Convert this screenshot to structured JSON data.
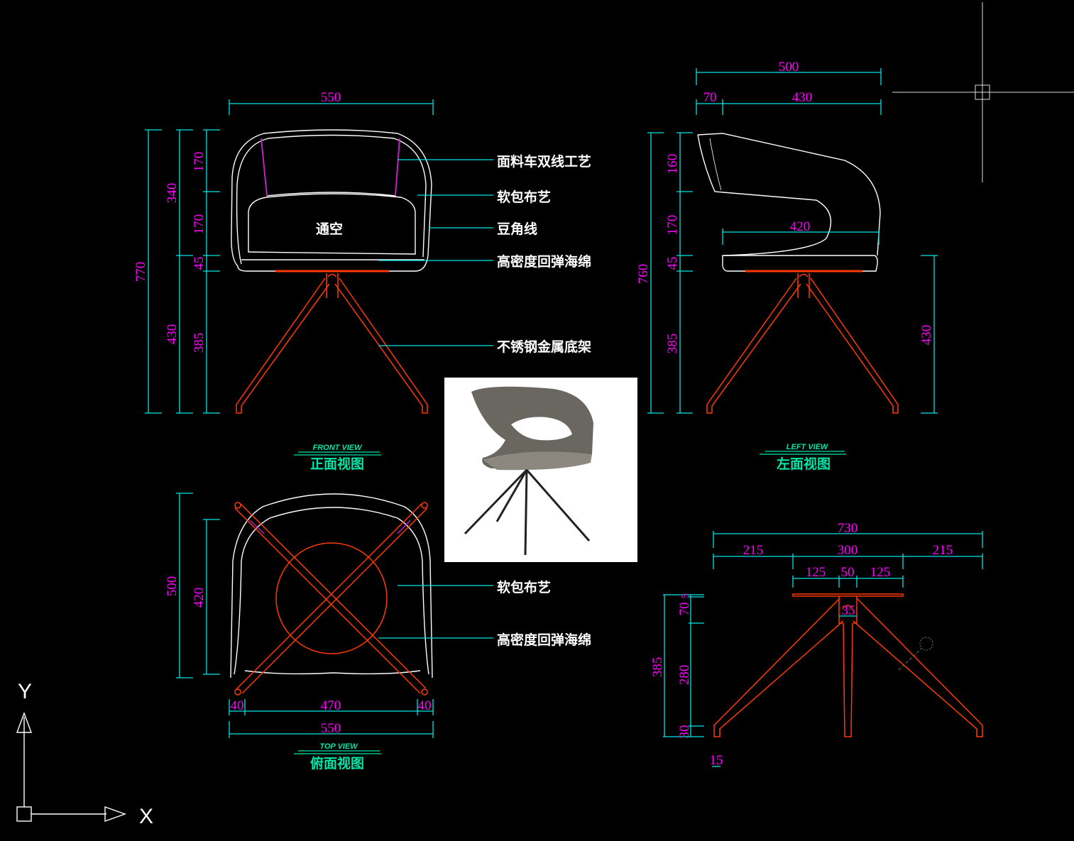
{
  "front_view": {
    "title_en": "FRONT VIEW",
    "title_cn": "正面视图",
    "center_label": "通空",
    "dims": {
      "width": "550",
      "total_height": "770",
      "upper": "340",
      "lower": "430",
      "back_top": "170",
      "back_mid": "170",
      "seat": "45",
      "leg": "385"
    },
    "callouts": [
      "面料车双线工艺",
      "软包布艺",
      "豆角线",
      "高密度回弹海绵",
      "不锈钢金属底架"
    ]
  },
  "left_view": {
    "title_en": "LEFT VIEW",
    "title_cn": "左面视图",
    "dims": {
      "depth": "500",
      "front_gap": "70",
      "back_depth": "430",
      "seat_depth": "420",
      "total_height": "760",
      "back_top": "160",
      "back_mid": "170",
      "seat": "45",
      "leg": "385",
      "seat_height": "430"
    }
  },
  "top_view": {
    "title_en": "TOP VIEW",
    "title_cn": "俯面视图",
    "dims": {
      "depth": "500",
      "inner_depth": "420",
      "left_margin": "40",
      "inner_width": "470",
      "right_margin": "40",
      "width": "550"
    },
    "callouts": [
      "软包布艺",
      "高密度回弹海绵"
    ]
  },
  "base_detail": {
    "dims": {
      "span": "730",
      "side_left": "215",
      "center": "300",
      "side_right": "215",
      "plate_left": "125",
      "column": "50",
      "plate_right": "125",
      "plate": "5",
      "collar": "70",
      "height": "385",
      "leg_mid": "280",
      "foot": "30",
      "post": "35",
      "foot_width": "15"
    }
  },
  "ucs": {
    "x_label": "X",
    "y_label": "Y"
  },
  "colors": {
    "dimension_text": "#ff00ff",
    "dimension_line": "#00e5e5",
    "outline": "#ffffff",
    "base_frame": "#ff3a00",
    "view_title": "#00e5a8",
    "background": "#000000"
  }
}
